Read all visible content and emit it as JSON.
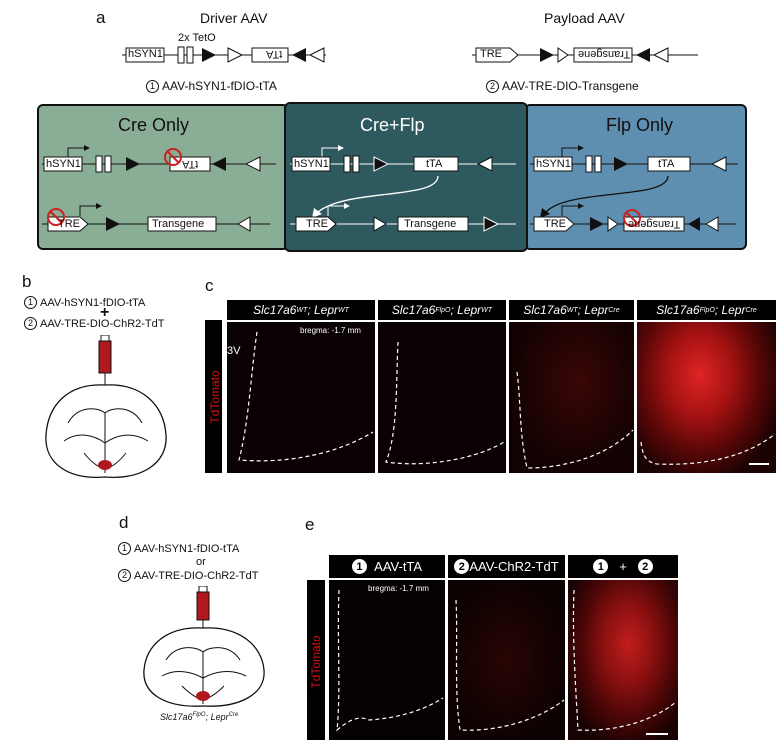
{
  "panels": {
    "a": "a",
    "b": "b",
    "c": "c",
    "d": "d",
    "e": "e"
  },
  "a": {
    "driver_title": "Driver AAV",
    "payload_title": "Payload AAV",
    "tet_label": "2x TetO",
    "driver_caption_num": "1",
    "driver_caption": "AAV-hSYN1-fDIO-tTA",
    "payload_caption_num": "2",
    "payload_caption": "AAV-TRE-DIO-Transgene",
    "hsyn1": "hSYN1",
    "tta": "tTA",
    "tre": "TRE",
    "transgene": "Transgene",
    "sections": {
      "cre_only": "Cre Only",
      "cre_flp": "Cre+Flp",
      "flp_only": "Flp Only"
    },
    "colors": {
      "cre_only": "#8aae95",
      "cre_flp": "#2e5a5f",
      "flp_only": "#5e8fb0"
    }
  },
  "b": {
    "line1_num": "1",
    "line1": "AAV-hSYN1-fDIO-tTA",
    "plus": "+",
    "line2_num": "2",
    "line2": "AAV-TRE-DIO-ChR2-TdT"
  },
  "c": {
    "headers": [
      {
        "g1": "Slc17a6",
        "s1": "WT",
        "g2": "Lepr",
        "s2": "WT"
      },
      {
        "g1": "Slc17a6",
        "s1": "FlpO",
        "g2": "Lepr",
        "s2": "WT"
      },
      {
        "g1": "Slc17a6",
        "s1": "WT",
        "g2": "Lepr",
        "s2": "Cre"
      },
      {
        "g1": "Slc17a6",
        "s1": "FlpO",
        "g2": "Lepr",
        "s2": "Cre"
      }
    ],
    "bregma": "bregma: -1.7 mm",
    "ventricle": "3V",
    "channel": "TdTomato"
  },
  "d": {
    "line1_num": "1",
    "line1": "AAV-hSYN1-fDIO-tTA",
    "or": "or",
    "line2_num": "2",
    "line2": "AAV-TRE-DIO-ChR2-TdT",
    "genotype_g1": "Slc17a6",
    "genotype_s1": "FlpO",
    "genotype_g2": "Lepr",
    "genotype_s2": "Cre"
  },
  "e": {
    "h1_num": "1",
    "h1": "AAV-tTA",
    "h2_num": "2",
    "h2": "AAV-ChR2-TdT",
    "h3_num1": "1",
    "h3_plus": "+",
    "h3_num2": "2",
    "bregma": "bregma: -1.7 mm",
    "channel": "TdTomato"
  }
}
